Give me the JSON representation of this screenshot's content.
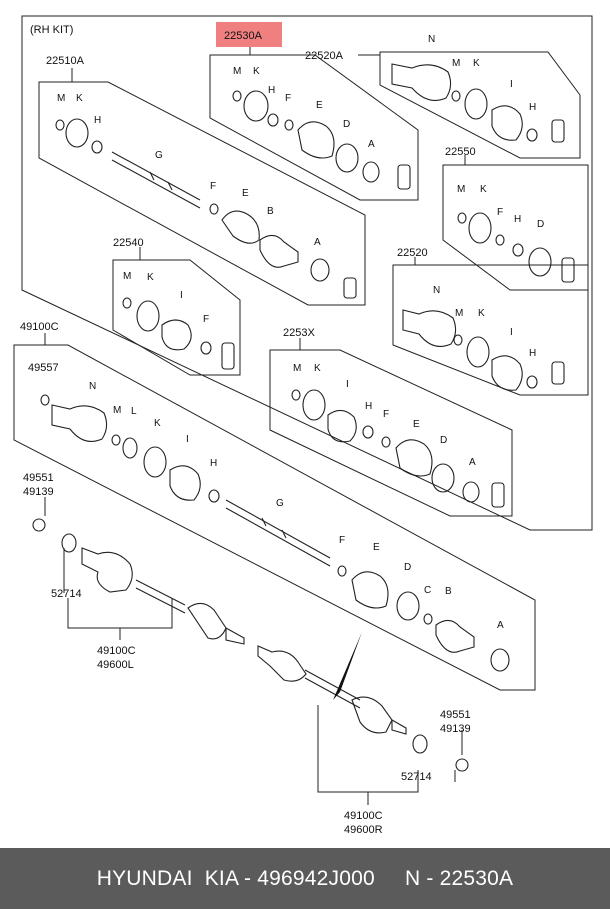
{
  "diagram": {
    "kit_title": "(RH KIT)",
    "highlighted_part": "22530A",
    "groups": {
      "g22510A": "22510A",
      "g22530A": "22530A",
      "g22520A": "22520A",
      "g22550": "22550",
      "g22540": "22540",
      "g22520": "22520",
      "g2253X": "2253X",
      "g49100C": "49100C"
    },
    "part_letters": {
      "A": "A",
      "B": "B",
      "C": "C",
      "D": "D",
      "E": "E",
      "F": "F",
      "G": "G",
      "H": "H",
      "I": "I",
      "K": "K",
      "L": "L",
      "M": "M",
      "N": "N"
    },
    "callouts": {
      "p49557": "49557",
      "p49551": "49551",
      "p49139": "49139",
      "p52714": "52714",
      "p49100C": "49100C",
      "p49600L": "49600L",
      "p49600R": "49600R"
    }
  },
  "footer": {
    "text": "HYUNDAI  KIA - 496942J000     N - 22530A"
  }
}
